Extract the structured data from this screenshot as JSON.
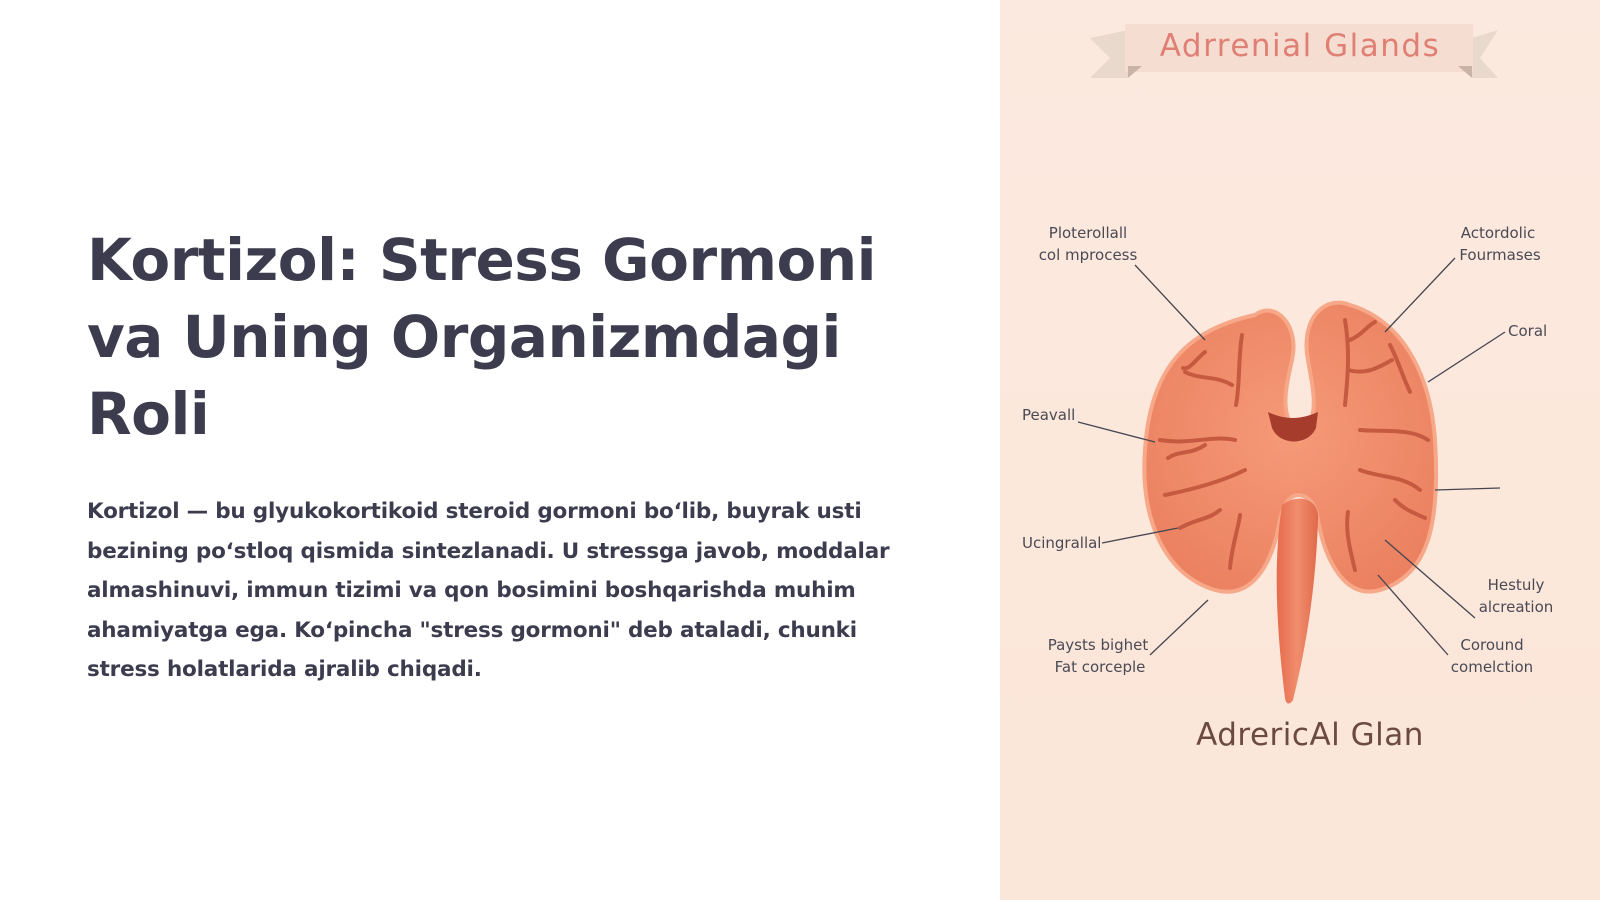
{
  "slide": {
    "title": "Kortizol: Stress Gormoni va Uning Organizmdagi Roli",
    "body": "Kortizol — bu glyukokortikoid steroid gormoni bo‘lib, buyrak usti bezining po‘stloq qismida sintezlanadi. U stressga javob, moddalar almashinuvi, immun tizimi va qon bosimini boshqarishda muhim ahamiyatga ega. Ko‘pincha \"stress gormoni\" deb ataladi, chunki stress holatlarida ajralib chiqadi."
  },
  "illustration": {
    "banner": "Adrrenial Glands",
    "caption": "AdrericAl Glan",
    "labels": {
      "top_left_1": "Ploterollall",
      "top_left_2": "col mprocess",
      "top_right_1": "Actordolic",
      "top_right_2": "Fourmases",
      "coral": "Coral",
      "peavall": "Peavall",
      "ucingrallal": "Ucingrallal",
      "hestuly_1": "Hestuly",
      "hestuly_2": "alcreation",
      "paysts_1": "Paysts bighet",
      "paysts_2": "Fat corceple",
      "coround_1": "Coround",
      "coround_2": "comelction"
    },
    "colors": {
      "background": "#fbe8dc",
      "gland": "#ef8a66",
      "gland_highlight": "#f6a888",
      "vein": "#c65a40",
      "banner_text": "#e07f74"
    }
  }
}
